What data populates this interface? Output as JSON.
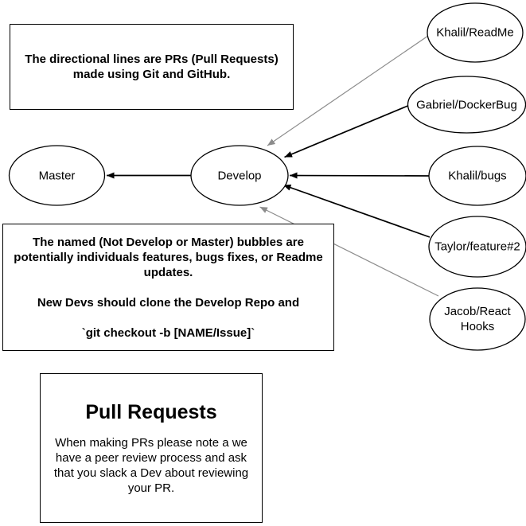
{
  "colors": {
    "background": "#ffffff",
    "shape_stroke": "#000000",
    "edge_black": "#000000",
    "edge_gray": "#8c8c8c",
    "text": "#000000"
  },
  "nodes": [
    {
      "id": "master",
      "label": "Master"
    },
    {
      "id": "develop",
      "label": "Develop"
    },
    {
      "id": "khalil-readme",
      "label": "Khalil/ReadMe"
    },
    {
      "id": "gabriel-dockerbug",
      "label": "Gabriel/DockerBug"
    },
    {
      "id": "khalil-bugs",
      "label": "Khalil/bugs"
    },
    {
      "id": "taylor-feature2",
      "label": "Taylor/feature#2"
    },
    {
      "id": "jacob-react-hooks",
      "label": "Jacob/React Hooks"
    }
  ],
  "edges": [
    {
      "from": "develop",
      "to": "master",
      "style": "solid-black"
    },
    {
      "from": "khalil-readme",
      "to": "develop",
      "style": "thin-gray"
    },
    {
      "from": "gabriel-dockerbug",
      "to": "develop",
      "style": "solid-black"
    },
    {
      "from": "khalil-bugs",
      "to": "develop",
      "style": "solid-black"
    },
    {
      "from": "taylor-feature2",
      "to": "develop",
      "style": "solid-black"
    },
    {
      "from": "jacob-react-hooks",
      "to": "develop",
      "style": "thin-gray"
    }
  ],
  "notes": {
    "top": {
      "line1": "The directional lines are PRs (Pull Requests)",
      "line2": "made using Git and GitHub."
    },
    "middle": {
      "p1": "The named (Not Develop or Master) bubbles are potentially individuals features, bugs fixes, or Readme updates.",
      "p2": "New Devs should clone the Develop Repo and",
      "p3": "`git checkout -b [NAME/Issue]`"
    },
    "bottom": {
      "title": "Pull Requests",
      "body": "When making PRs please note a we have a peer review process and ask that you slack a Dev about reviewing your PR."
    }
  }
}
